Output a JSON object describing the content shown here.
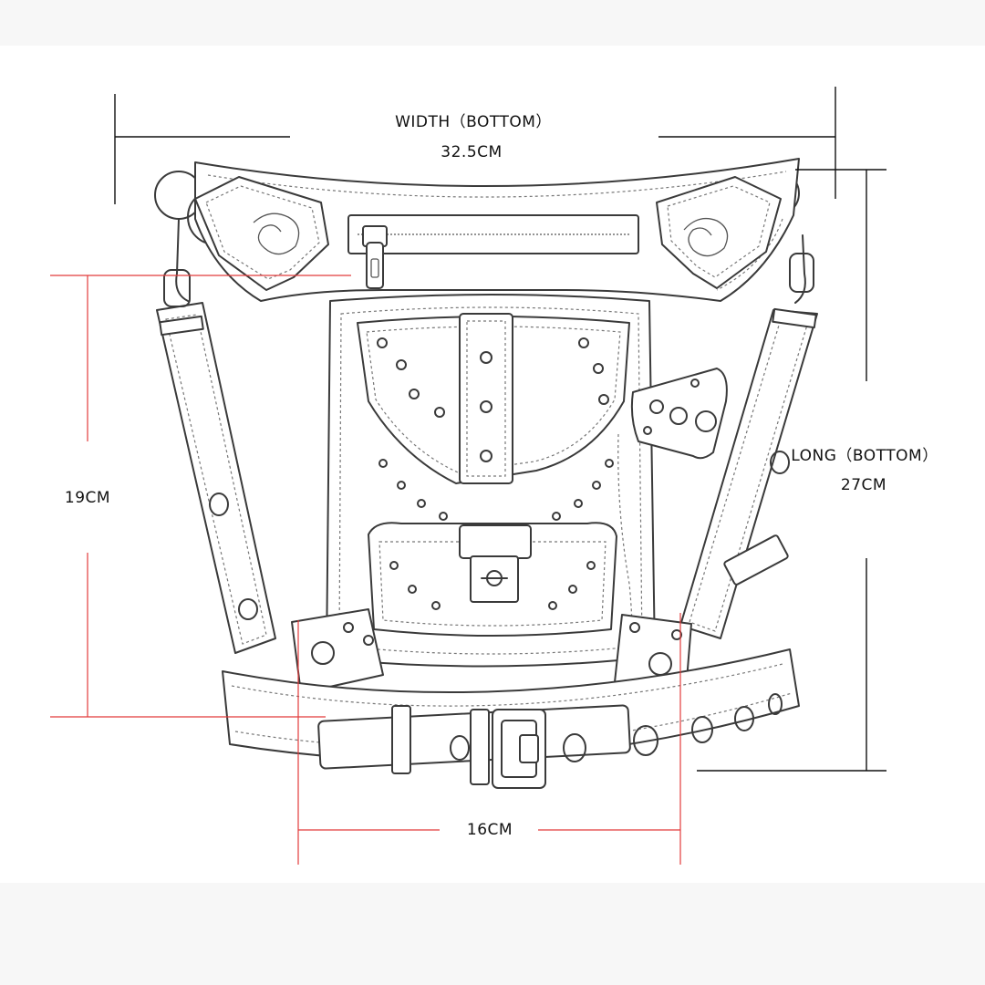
{
  "labels": {
    "width_title": "WIDTH（BOTTOM）",
    "width_value": "32.5CM",
    "long_title": "LONG（BOTTOM）",
    "long_value": "27CM",
    "height_value": "19CM",
    "depth_value": "16CM"
  },
  "colors": {
    "background": "#ffffff",
    "outer_band": "#f7f7f7",
    "ink": "#3a3a3a",
    "dimension_black": "#111111",
    "dimension_red": "#e23b3b"
  },
  "subject": {
    "icons": [
      "bag-sketch-icon",
      "zipper-icon",
      "rivet-icon",
      "grommet-icon",
      "buckle-icon",
      "clasp-icon",
      "chain-icon",
      "emblem-icon"
    ]
  }
}
